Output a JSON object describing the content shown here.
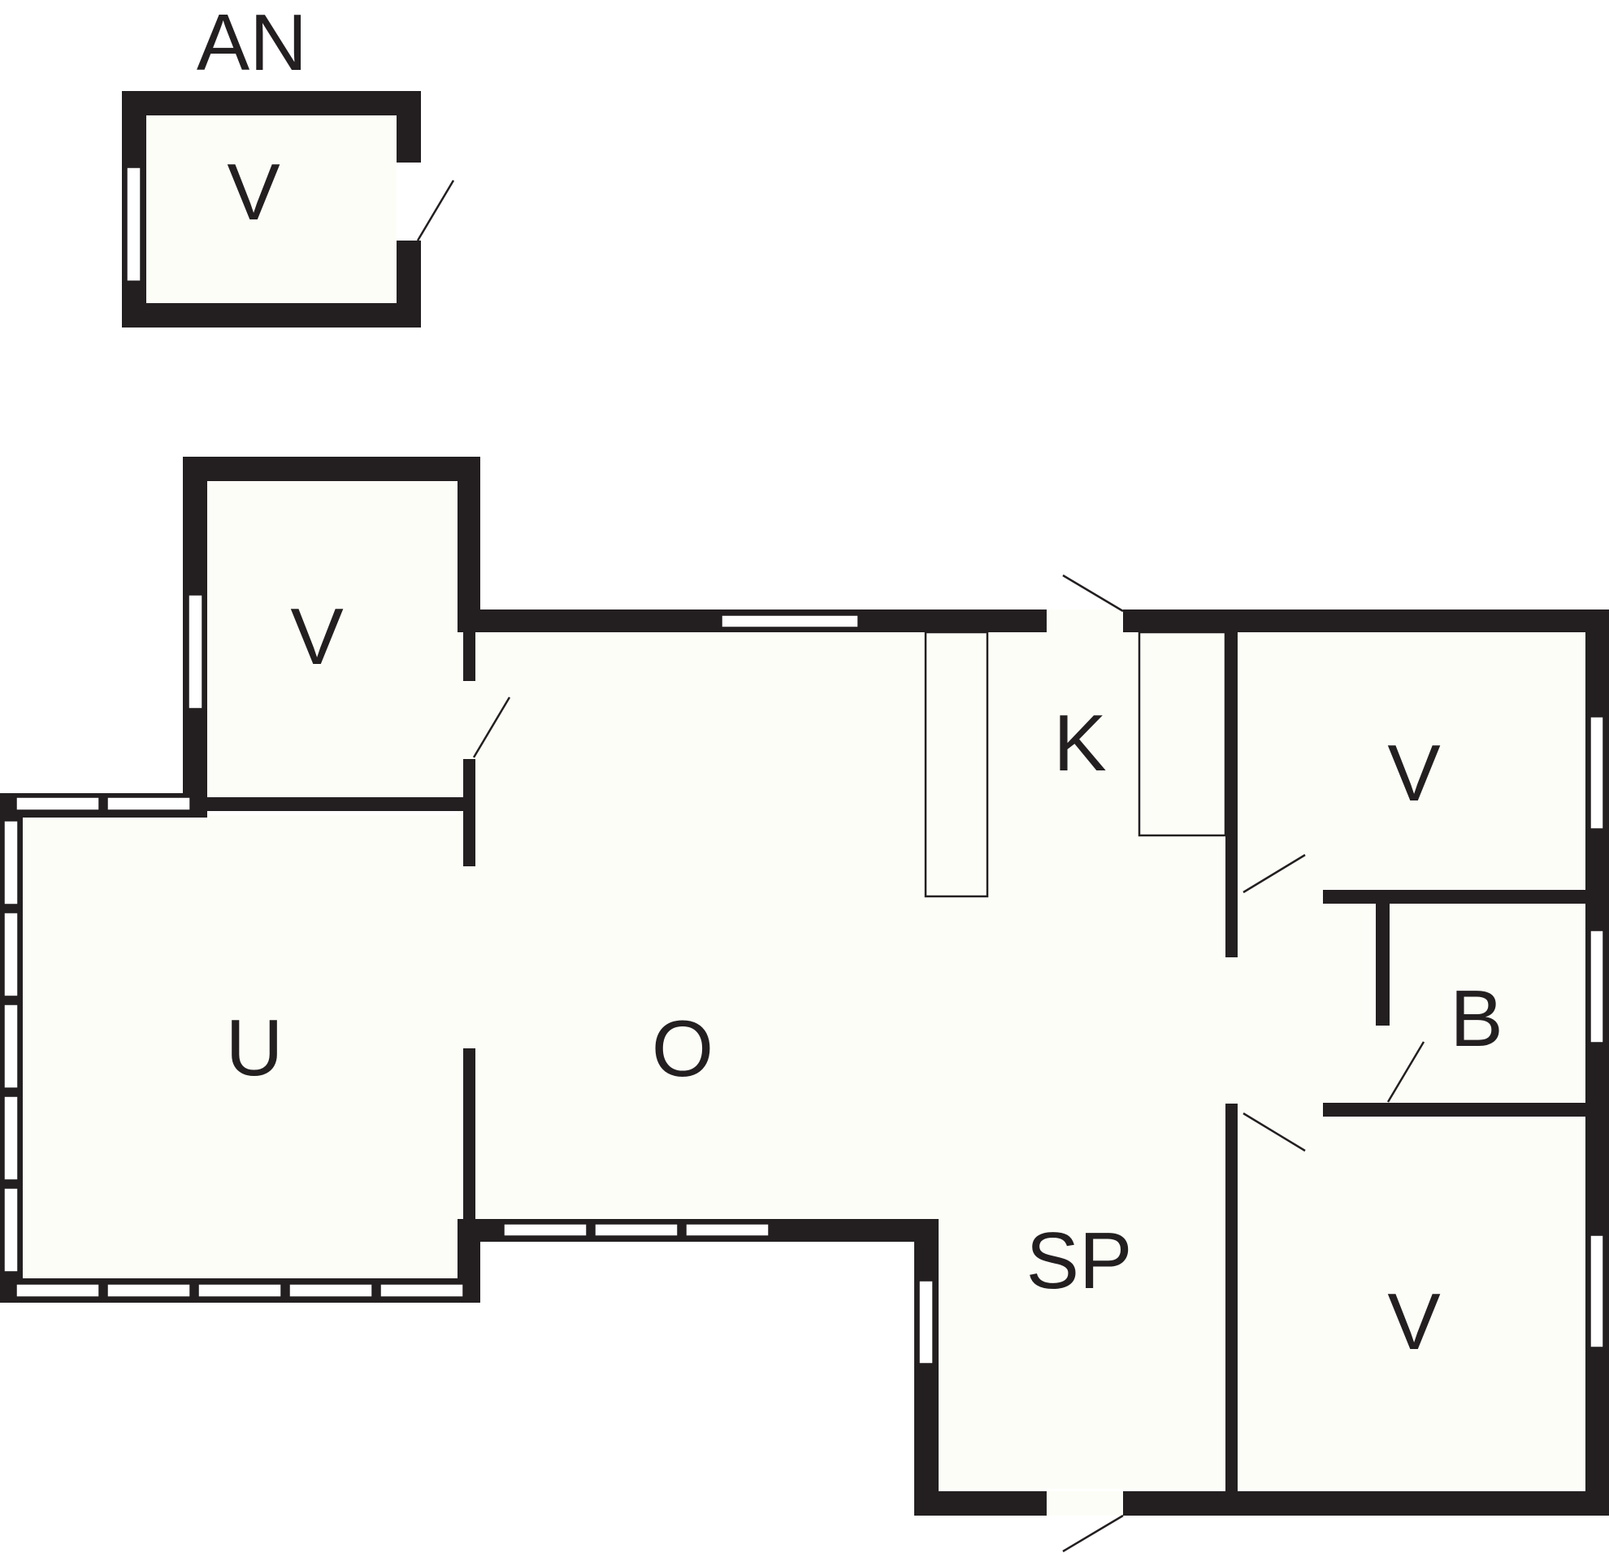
{
  "annex": {
    "title": "AN",
    "rooms": [
      {
        "id": "annex-v",
        "label": "V"
      }
    ]
  },
  "house": {
    "rooms": [
      {
        "id": "upper-left-v",
        "label": "V"
      },
      {
        "id": "kitchen",
        "label": "K"
      },
      {
        "id": "right-top-v",
        "label": "V"
      },
      {
        "id": "bathroom",
        "label": "B"
      },
      {
        "id": "u",
        "label": "U"
      },
      {
        "id": "o",
        "label": "O"
      },
      {
        "id": "sp",
        "label": "SP"
      },
      {
        "id": "right-bottom-v",
        "label": "V"
      }
    ]
  },
  "colors": {
    "wall": "#231f20",
    "floor": "#fdfdf8",
    "background": "#ffffff"
  }
}
